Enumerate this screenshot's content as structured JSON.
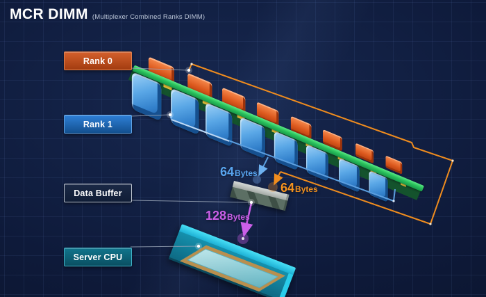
{
  "header": {
    "title": "MCR DIMM",
    "subtitle": "(Multiplexer Combined Ranks DIMM)"
  },
  "legend_boxes": [
    {
      "label": "Rank 0",
      "style": "orange"
    },
    {
      "label": "Rank 1",
      "style": "blue"
    },
    {
      "label": "Data Buffer",
      "style": "dark"
    },
    {
      "label": "Server CPU",
      "style": "teal"
    }
  ],
  "flows": [
    {
      "from": "Rank 1",
      "to": "Data Buffer",
      "value": "64",
      "unit": "Bytes",
      "color": "#58a4ee"
    },
    {
      "from": "Rank 0",
      "to": "Data Buffer",
      "value": "64",
      "unit": "Bytes",
      "color": "#f5921e"
    },
    {
      "from": "Data Buffer",
      "to": "Server CPU",
      "value": "128",
      "unit": "Bytes",
      "color": "#cb5fe8"
    }
  ],
  "diagram": {
    "dimm": {
      "chip_pairs": 8,
      "chip_x": [
        0,
        61,
        115,
        169,
        222,
        272,
        323,
        370
      ],
      "chip_scale": [
        1,
        0.95,
        0.9,
        0.85,
        0.8,
        0.75,
        0.7,
        0.64
      ],
      "rank0_chip_color": "#e0611f",
      "rank1_chip_color": "#4a9ade",
      "pcb_color": "#2bc25c",
      "trace_color": "#eac53a"
    },
    "data_buffer_color": "#a3a9a5",
    "cpu_board_color": "#2accea",
    "cpu_die_frame_color": "#b98f4e"
  },
  "colors": {
    "background": "#0e1a3a",
    "rank0_accent": "#ef8c1e",
    "rank1_accent": "#5b9fe0",
    "cpu_flow_accent": "#cb5fe8",
    "connector_line": "#9aa6b8",
    "box_text": "#ffffff"
  }
}
